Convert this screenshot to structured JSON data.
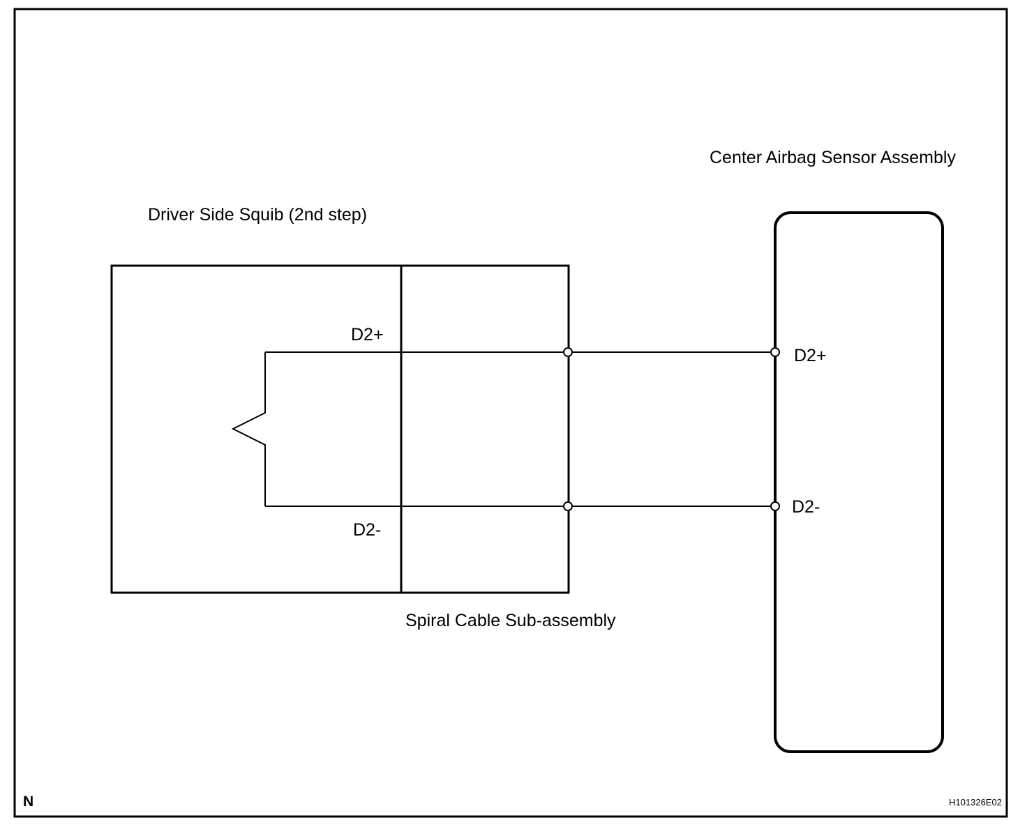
{
  "components": {
    "squib": {
      "title": "Driver Side Squib (2nd step)"
    },
    "spiral_cable": {
      "title": "Spiral Cable Sub-assembly"
    },
    "sensor": {
      "title": "Center Airbag Sensor Assembly"
    }
  },
  "terminals": {
    "squib_plus": "D2+",
    "squib_minus": "D2-",
    "sensor_plus": "D2+",
    "sensor_minus": "D2-"
  },
  "footer": {
    "left_mark": "N",
    "figure_id": "H101326E02"
  }
}
